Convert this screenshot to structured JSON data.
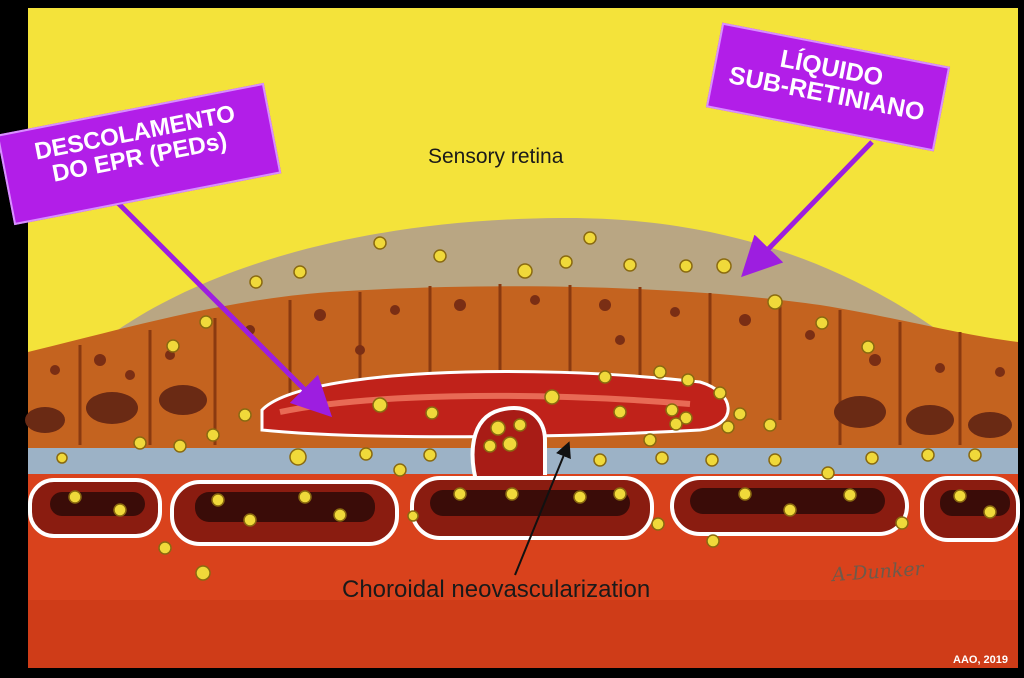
{
  "labels": {
    "sensory_retina": "Sensory retina",
    "choroidal_neovascularization": "Choroidal neovascularization",
    "signature": "A-Dunker",
    "credit": "AAO, 2019"
  },
  "callouts": {
    "ped": {
      "line1": "DESCOLAMENTO",
      "line2": "DO EPR (PEDs)"
    },
    "srf": {
      "line1": "LÍQUIDO",
      "line2": "SUB-RETINIANO"
    }
  },
  "colors": {
    "retina_yellow": "#f4e33a",
    "choroid_red": "#d9421c",
    "rpe_orange": "#c4631f",
    "bruch_blue": "#9cb2c6",
    "fluid_tan": "#b9a683",
    "callout_purple": "#b21ee8"
  }
}
